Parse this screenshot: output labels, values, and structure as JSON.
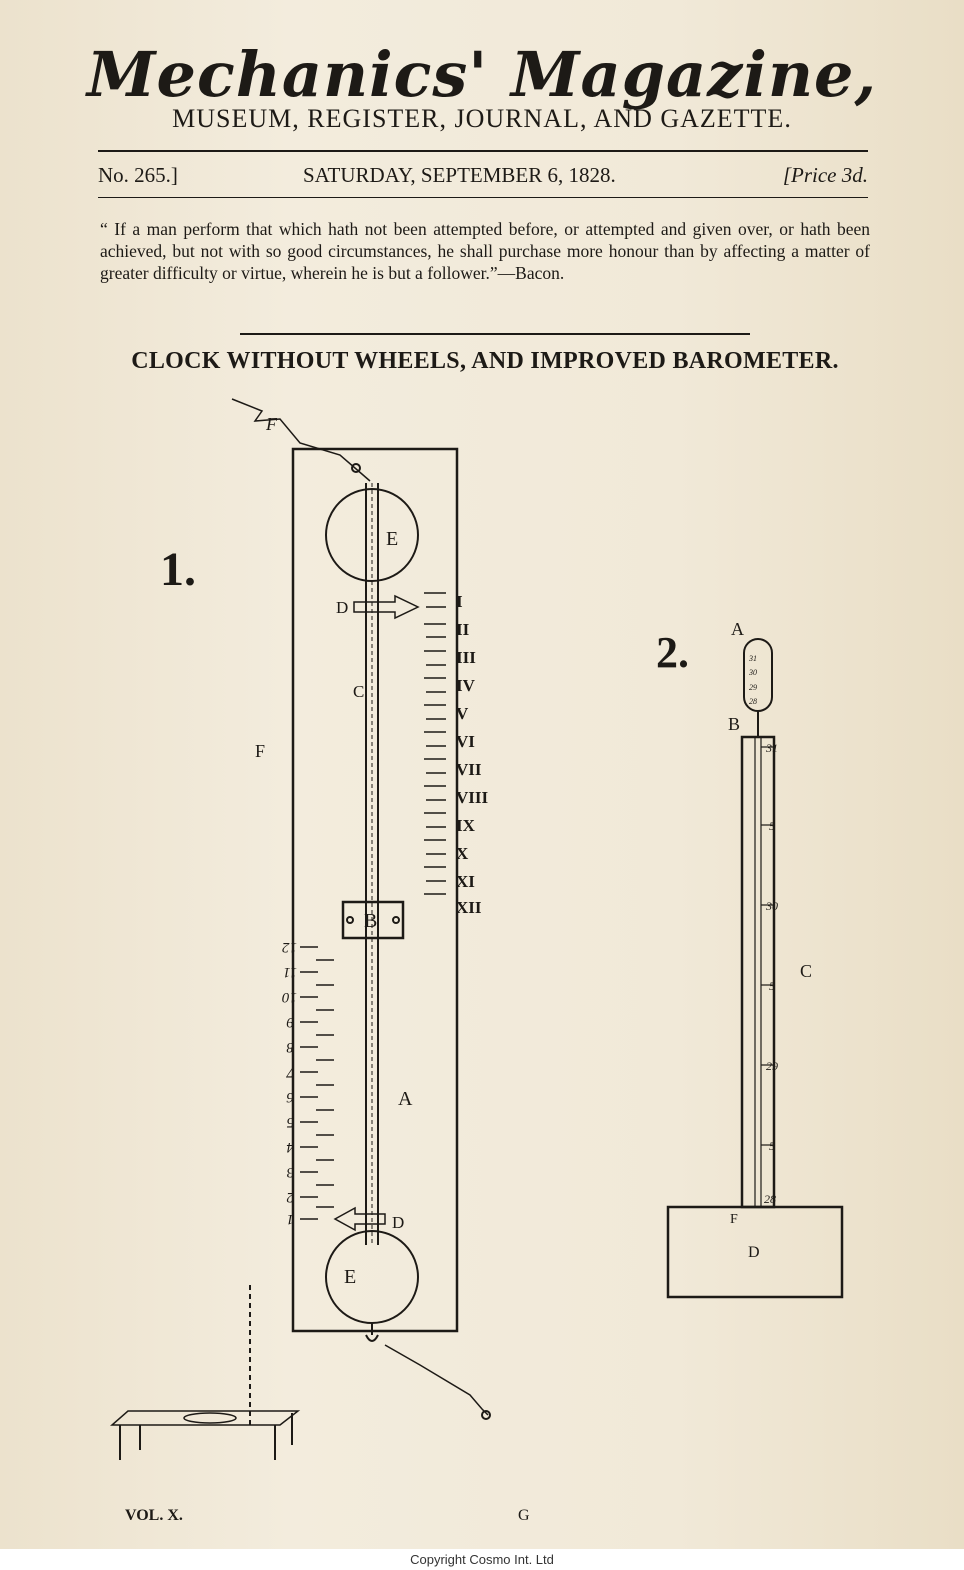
{
  "masthead": {
    "title": "Mechanics' Magazine,",
    "subtitle": "MUSEUM, REGISTER, JOURNAL, AND GAZETTE."
  },
  "issue": {
    "number": "No. 265.]",
    "date": "SATURDAY, SEPTEMBER 6, 1828.",
    "price": "[Price 3d."
  },
  "epigraph": "“ If a man perform that which hath not been attempted before, or attempted and given over, or hath been achieved, but not with so good circumstances, he shall purchase more honour than by affecting a matter of greater difficulty or virtue, wherein he is but a follower.”—Bacon.",
  "article": {
    "title": "CLOCK WITHOUT WHEELS, AND IMPROVED BAROMETER."
  },
  "figure1": {
    "number": "1.",
    "labels": {
      "E_top": "E",
      "E_bottom": "E",
      "D_top": "D",
      "D_bottom": "D",
      "C": "C",
      "F": "F",
      "F_top": "F",
      "B": "B",
      "A": "A"
    },
    "hour_numerals": [
      "I",
      "II",
      "III",
      "IV",
      "V",
      "VI",
      "VII",
      "VIII",
      "IX",
      "X",
      "XI",
      "XII"
    ],
    "inverted_numerals": [
      "12",
      "11",
      "10",
      "9",
      "8",
      "7",
      "6",
      "5",
      "4",
      "3",
      "2",
      "1"
    ]
  },
  "figure2": {
    "number": "2.",
    "labels": {
      "A": "A",
      "B": "B",
      "C": "C",
      "D": "D",
      "F": "F"
    },
    "tube_marks": [
      "31",
      "30",
      "29",
      "28"
    ],
    "scale_marks": [
      "31",
      "5",
      "30",
      "5",
      "29",
      "5",
      "28"
    ]
  },
  "footer": {
    "volume": "VOL. X.",
    "signature": "G"
  },
  "copyright": "Copyright Cosmo Int. Ltd"
}
